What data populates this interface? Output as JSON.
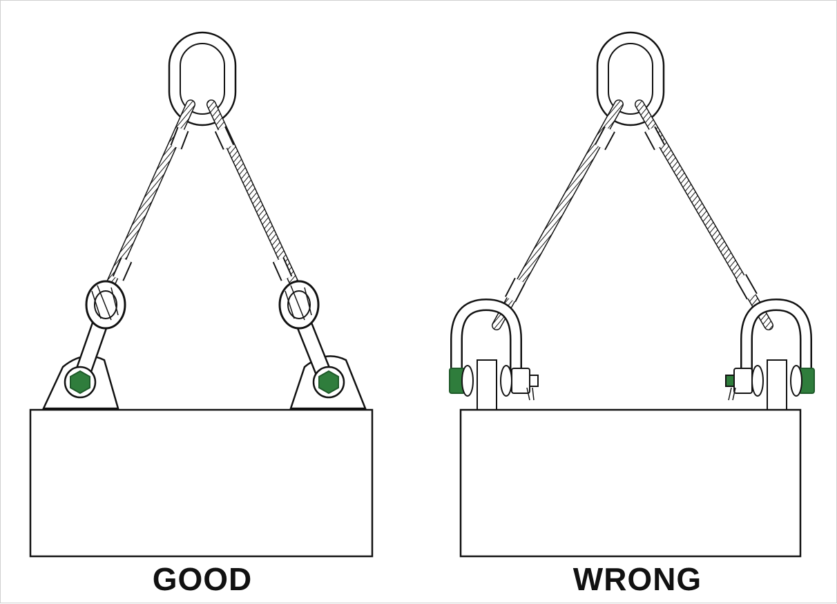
{
  "panels": [
    {
      "id": "good",
      "label": "GOOD"
    },
    {
      "id": "wrong",
      "label": "WRONG"
    }
  ],
  "colors": {
    "line": "#111111",
    "fill": "#ffffff",
    "nut_green": "#2f7d3c",
    "nut_green_dark": "#1f5a2a"
  }
}
